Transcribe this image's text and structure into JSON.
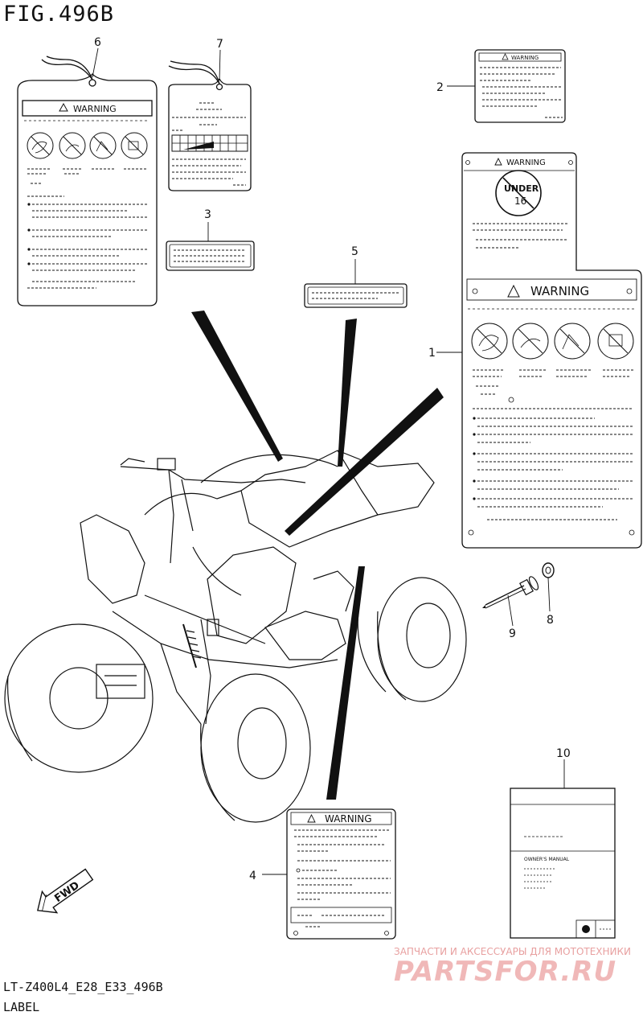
{
  "figure": {
    "title": "FIG.496B"
  },
  "footer": {
    "code": "LT-Z400L4_E28_E33_496B",
    "label": "LABEL"
  },
  "callouts": [
    "1",
    "2",
    "3",
    "4",
    "5",
    "6",
    "7",
    "8",
    "9",
    "10"
  ],
  "labels": {
    "warning_text": "WARNING",
    "age_badge_top": "UNDER",
    "age_badge_num": "16",
    "manual_title": "OWNER'S MANUAL"
  },
  "direction_arrow": "FWD",
  "watermark": {
    "line1": "ЗАПЧАСТИ И АКСЕССУАРЫ ДЛЯ МОТОТЕХНИКИ",
    "line2": "PARTSFOR.RU"
  },
  "colors": {
    "ink": "#111111",
    "watermark": "#f0b8b8"
  }
}
